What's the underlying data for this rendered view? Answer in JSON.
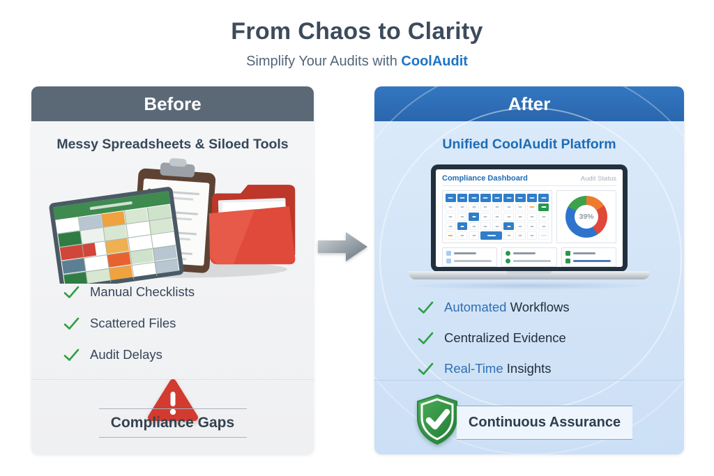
{
  "page": {
    "title": "From Chaos to Clarity",
    "subtitle_prefix": "Simplify Your Audits with ",
    "subtitle_brand": "CoolAudit"
  },
  "before": {
    "header": "Before",
    "subtitle": "Messy Spreadsheets & Siloed Tools",
    "items": [
      "Manual Checklists",
      "Scattered Files",
      "Audit Delays"
    ],
    "footer_label": "Compliance Gaps"
  },
  "after": {
    "header": "After",
    "subtitle": "Unified CoolAudit Platform",
    "items": [
      {
        "highlight": "Automated",
        "rest": " Workflows"
      },
      {
        "highlight": "",
        "rest": "Centralized Evidence"
      },
      {
        "highlight": "Real-Time",
        "rest": " Insights"
      }
    ],
    "footer_label": "Continuous Assurance"
  },
  "dashboard": {
    "title": "Compliance Dashboard",
    "status_label": "Audit Status",
    "donut": {
      "type": "pie",
      "label": "39%",
      "segments": [
        {
          "name": "orange",
          "color": "#ec7b2e",
          "value": 16
        },
        {
          "name": "red",
          "color": "#e0483a",
          "value": 25
        },
        {
          "name": "blue",
          "color": "#2e74cc",
          "value": 42
        },
        {
          "name": "green",
          "color": "#3da14b",
          "value": 17
        }
      ]
    },
    "calendar": {
      "columns": 9,
      "rows": [
        "hhhhhhhhh",
        "nnnnnnnys",
        "nnannnnnn",
        "nannnannn",
        "ynnwwnnne"
      ]
    },
    "legend_cards": [
      {
        "bullet": "square",
        "bullet_color": "#a9cdf0",
        "line_color": "#b9c2cb"
      },
      {
        "bullet": "circle",
        "bullet_color": "#27984d",
        "line_color": "#b9c2cb"
      },
      {
        "bullet": "square",
        "bullet_color": "#27984d",
        "line_color": "#4b79b8"
      }
    ]
  },
  "colors": {
    "brand_blue": "#1d74c4",
    "before_header": "#5b6977",
    "after_header": "#2d6cb5",
    "check_green": "#2f9e44",
    "warning_red": "#d23b2f",
    "shield_green": "#2f8f46"
  }
}
